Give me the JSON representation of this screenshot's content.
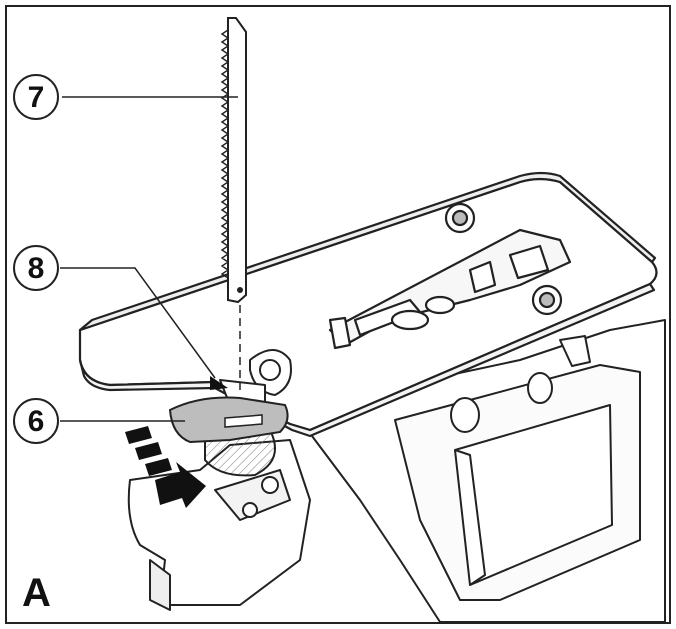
{
  "figure": {
    "letter": "A",
    "callouts": [
      {
        "id": "7",
        "label": "7"
      },
      {
        "id": "8",
        "label": "8"
      },
      {
        "id": "6",
        "label": "6"
      }
    ]
  }
}
